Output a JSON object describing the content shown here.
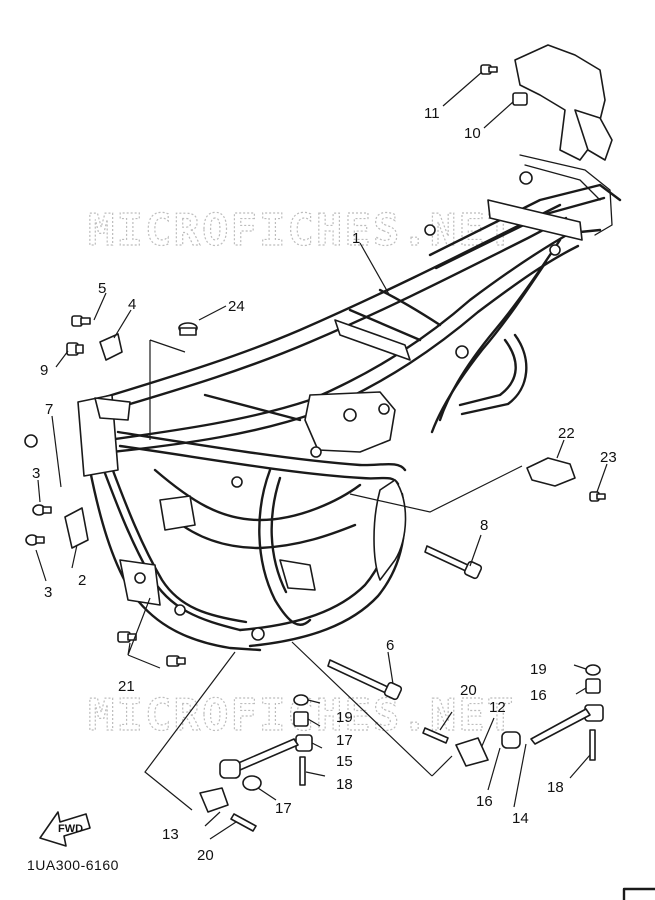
{
  "watermark": "MICROFICHES.NET",
  "diagram_code": "1UA300-6160",
  "fwd_label": "FWD",
  "callouts": {
    "c1": "1",
    "c2": "2",
    "c3a": "3",
    "c3b": "3",
    "c4": "4",
    "c5": "5",
    "c6": "6",
    "c7": "7",
    "c8": "8",
    "c9": "9",
    "c10": "10",
    "c11": "11",
    "c12": "12",
    "c13": "13",
    "c14": "14",
    "c15": "15",
    "c16a": "16",
    "c16b": "16",
    "c17a": "17",
    "c17b": "17",
    "c18a": "18",
    "c18b": "18",
    "c19a": "19",
    "c19b": "19",
    "c20a": "20",
    "c20b": "20",
    "c21": "21",
    "c22": "22",
    "c23": "23",
    "c24": "24"
  }
}
